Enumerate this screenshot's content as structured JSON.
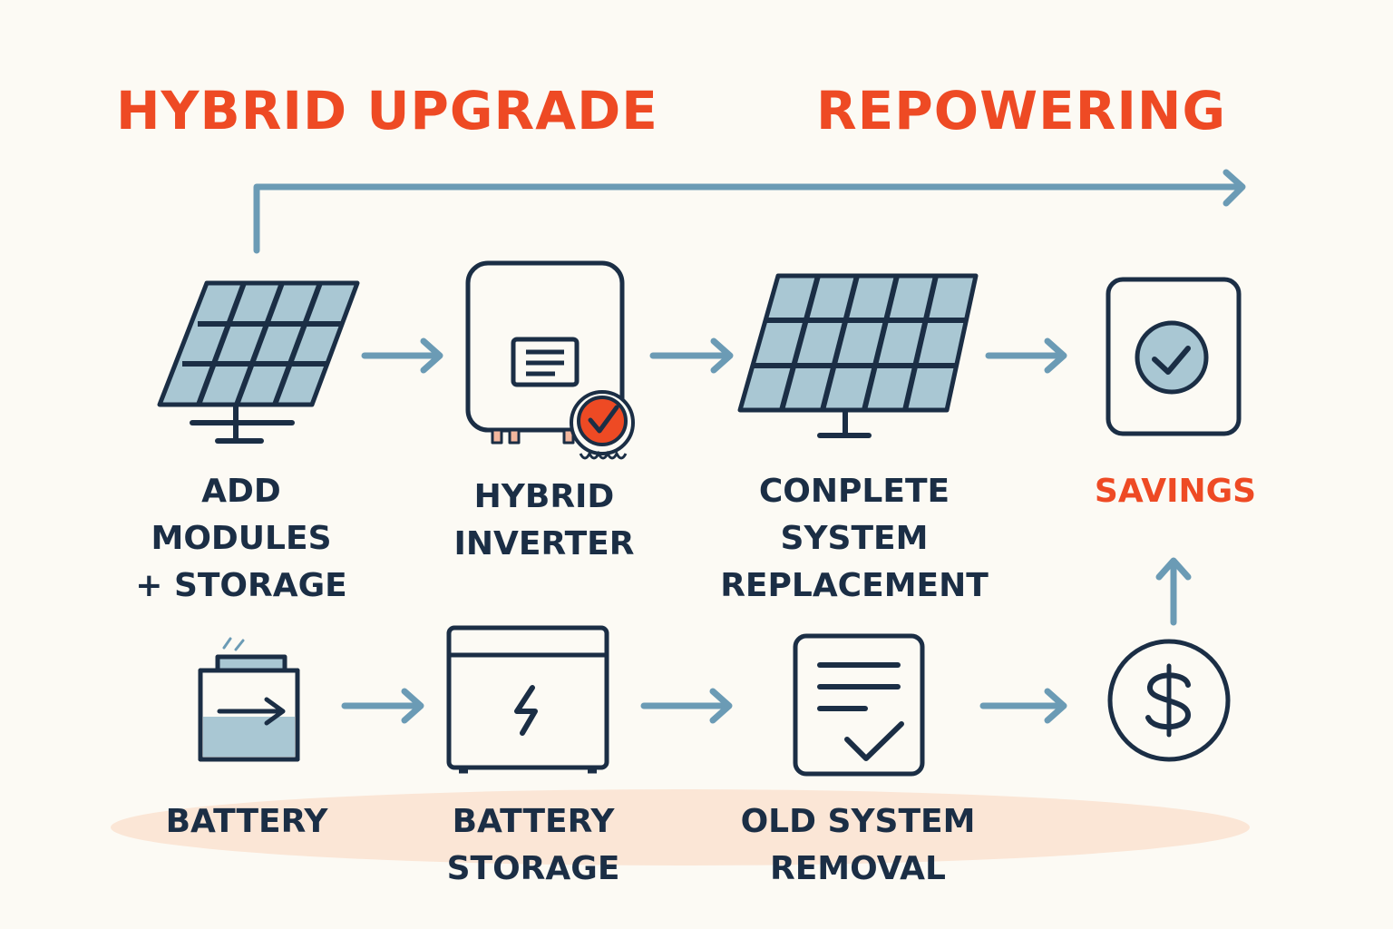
{
  "colors": {
    "accent": "#ee4a24",
    "text": "#1b2e45",
    "arrow": "#6b9bb5",
    "panel_fill": "#a9c7d3",
    "outline": "#1b2e45",
    "highlight": "#fbe6d6"
  },
  "headings": {
    "left": "HYBRID UPGRADE",
    "right": "REPOWERING"
  },
  "steps": {
    "add_modules": [
      "ADD",
      "MODULES",
      "+ STORAGE"
    ],
    "hybrid_inverter": [
      "HYBRID",
      "INVERTER"
    ],
    "complete_replacement": [
      "CONPLETE",
      "SYSTEM",
      "REPLACEMENT"
    ],
    "savings": [
      "SAVINGS"
    ],
    "battery": [
      "BATTERY"
    ],
    "battery_storage": [
      "BATTERY",
      "STORAGE"
    ],
    "old_system_removal": [
      "OLD SYSTEM",
      "REMOVAL"
    ]
  },
  "icons": {
    "add_modules": "solar-panel-icon",
    "hybrid_inverter": "inverter-icon",
    "inverter_badge": "check-badge-icon",
    "complete_replacement": "solar-panel-icon",
    "savings": "check-document-icon",
    "battery": "battery-icon",
    "battery_storage": "storage-cabinet-icon",
    "old_system_removal": "checklist-icon",
    "money": "dollar-coin-icon"
  }
}
